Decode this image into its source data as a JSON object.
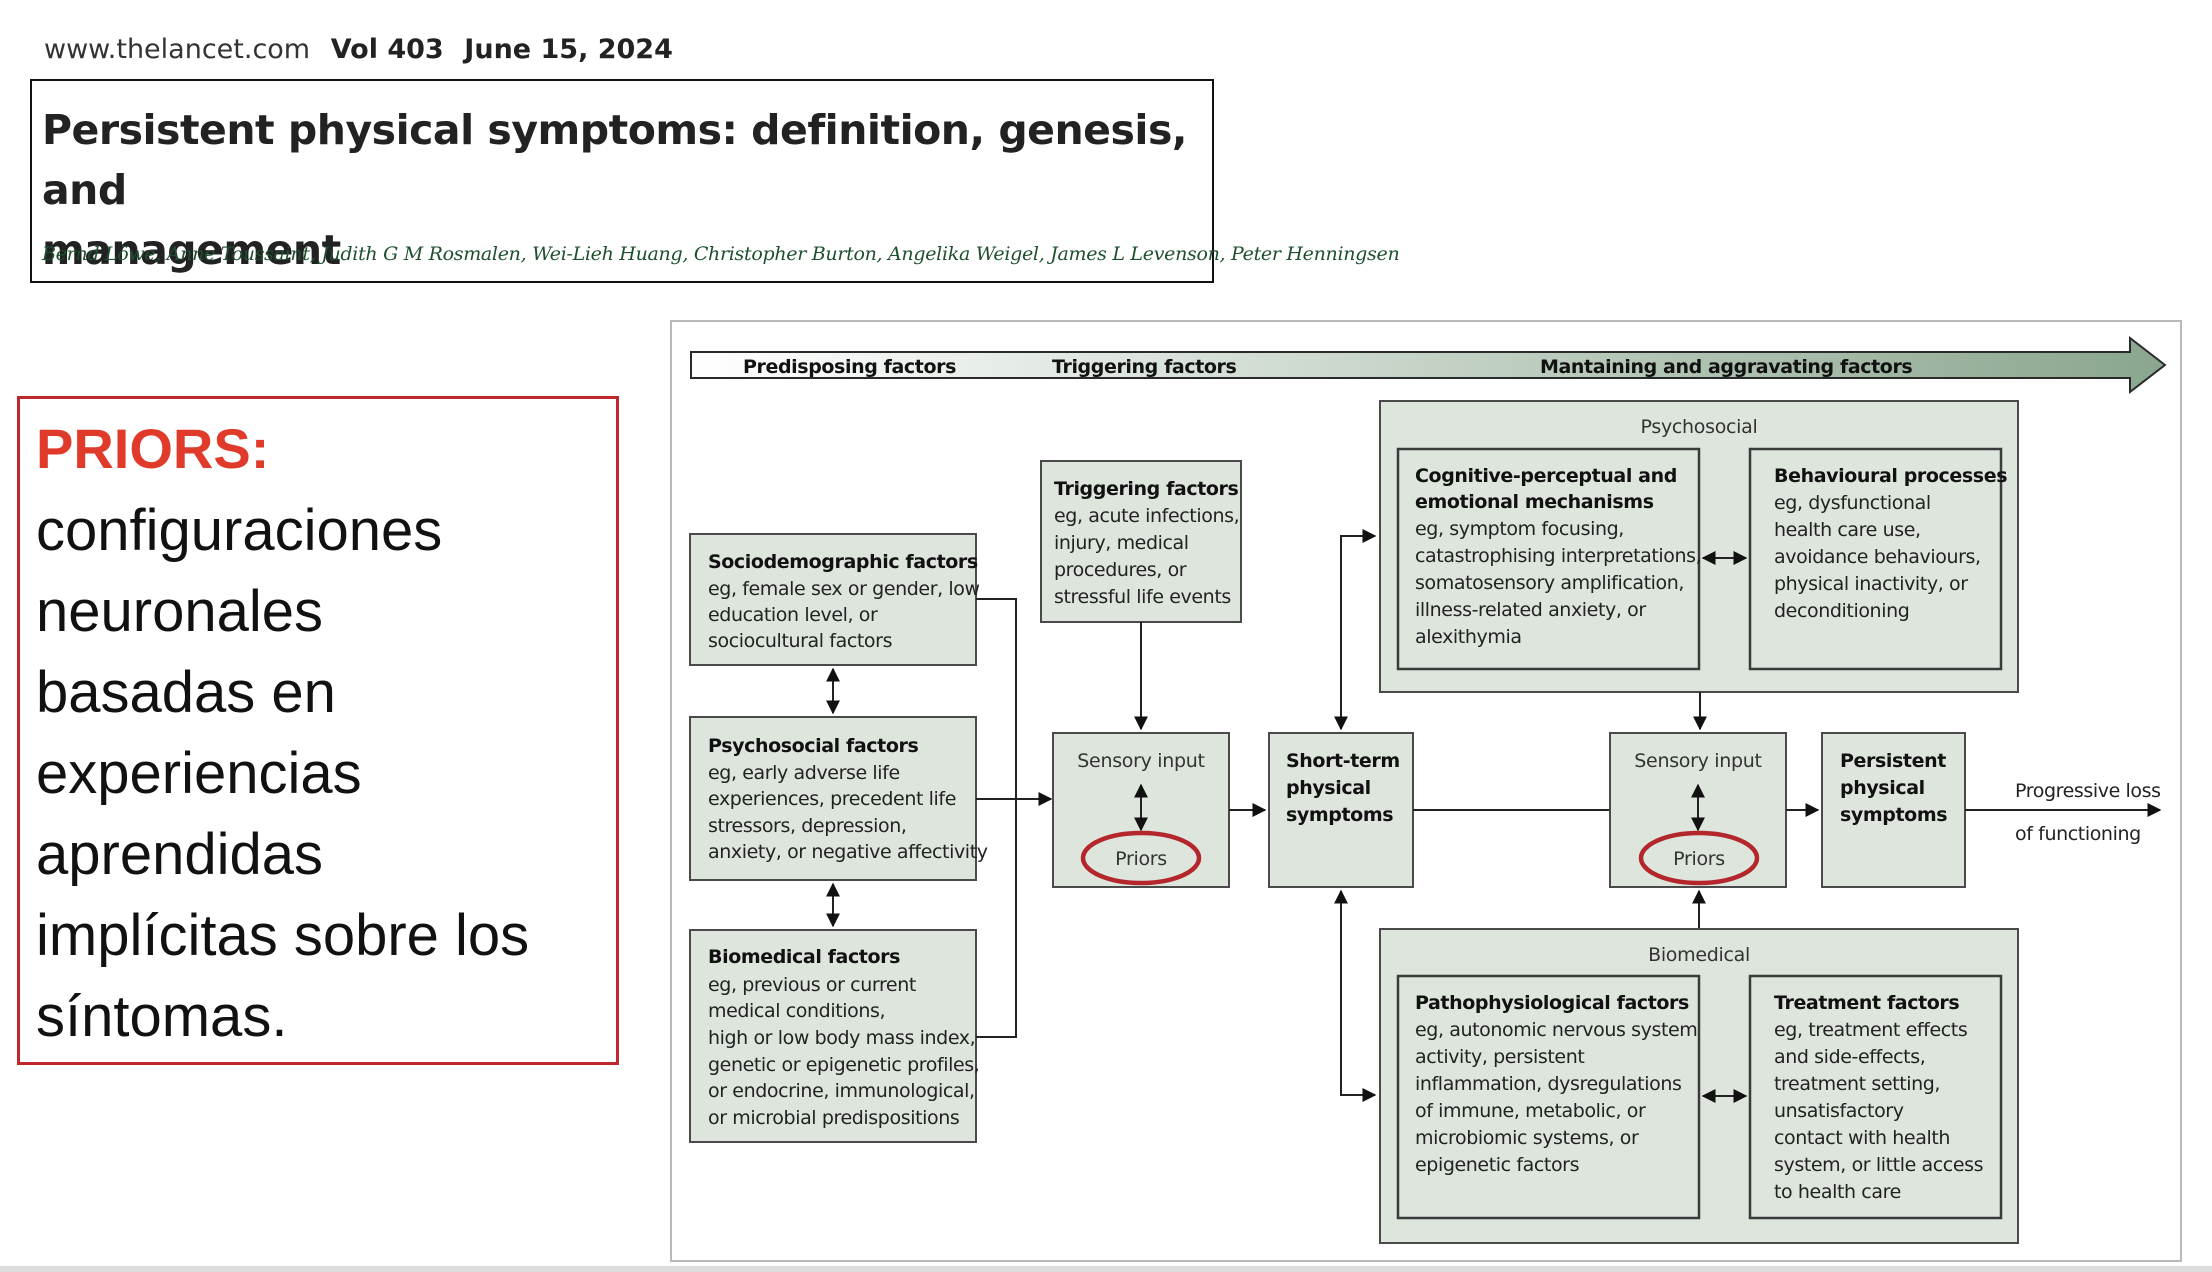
{
  "header": {
    "url": "www.thelancet.com",
    "volume": "Vol 403",
    "date": "June 15, 2024",
    "title_line1": "Persistent physical symptoms: definition, genesis, and",
    "title_line2": "management",
    "authors": "Bernd Löwe, Anne Toussaint, Judith G M Rosmalen, Wei-Lieh Huang, Christopher Burton, Angelika Weigel, James L Levenson, Peter Henningsen"
  },
  "priors_callout": {
    "label": "PRIORS:",
    "lines": [
      "configuraciones",
      "neuronales",
      "basadas en",
      "experiencias",
      "aprendidas",
      "implícitas sobre los",
      "síntomas."
    ]
  },
  "diagram": {
    "timeline": {
      "predisposing": "Predisposing factors",
      "triggering": "Triggering factors",
      "maintaining": "Mantaining and aggravating factors"
    },
    "sociodemographic": {
      "title": "Sociodemographic factors",
      "lines": [
        "eg, female sex or gender, low",
        "education level, or",
        "sociocultural factors"
      ]
    },
    "psychosocial_factors": {
      "title": "Psychosocial factors",
      "lines": [
        "eg, early adverse life",
        "experiences, precedent life",
        "stressors, depression,",
        "anxiety, or negative affectivity"
      ]
    },
    "biomedical_factors": {
      "title": "Biomedical factors",
      "lines": [
        "eg, previous or current",
        "medical conditions,",
        "high or low body mass index,",
        "genetic or epigenetic profiles,",
        "or endocrine, immunological,",
        "or microbial predispositions"
      ]
    },
    "triggering_box": {
      "title": "Triggering factors",
      "lines": [
        "eg, acute infections,",
        "injury, medical",
        "procedures, or",
        "stressful life events"
      ]
    },
    "sensory_input_1": {
      "label": "Sensory input",
      "priors": "Priors"
    },
    "short_term": {
      "lines": [
        "Short-term",
        "physical",
        "symptoms"
      ]
    },
    "sensory_input_2": {
      "label": "Sensory input",
      "priors": "Priors"
    },
    "persistent": {
      "lines": [
        "Persistent",
        "physical",
        "symptoms"
      ]
    },
    "outcome": {
      "lines": [
        "Progressive loss",
        "of functioning"
      ]
    },
    "psychosocial_group": {
      "label": "Psychosocial",
      "cognitive": {
        "title_lines": [
          "Cognitive-perceptual and",
          "emotional mechanisms"
        ],
        "lines": [
          "eg, symptom focusing,",
          "catastrophising interpretations,",
          "somatosensory amplification,",
          "illness-related anxiety, or",
          "alexithymia"
        ]
      },
      "behavioural": {
        "title": "Behavioural processes",
        "lines": [
          "eg, dysfunctional",
          "health care use,",
          "avoidance behaviours,",
          "physical inactivity, or",
          "deconditioning"
        ]
      }
    },
    "biomedical_group": {
      "label": "Biomedical",
      "pathophysiological": {
        "title": "Pathophysiological factors",
        "lines": [
          "eg, autonomic nervous system",
          "activity, persistent",
          "inflammation, dysregulations",
          "of immune, metabolic, or",
          "microbiomic systems, or",
          "epigenetic factors"
        ]
      },
      "treatment": {
        "title": "Treatment factors",
        "lines": [
          "eg, treatment effects",
          "and side-effects,",
          "treatment setting,",
          "unsatisfactory",
          "contact with health",
          "system, or little access",
          "to health care"
        ]
      }
    },
    "colors": {
      "box_fill": "#dde5dc",
      "priors_circle": "#b3262b",
      "timeline_start": "#ffffff",
      "timeline_end": "#8aa68e"
    }
  }
}
